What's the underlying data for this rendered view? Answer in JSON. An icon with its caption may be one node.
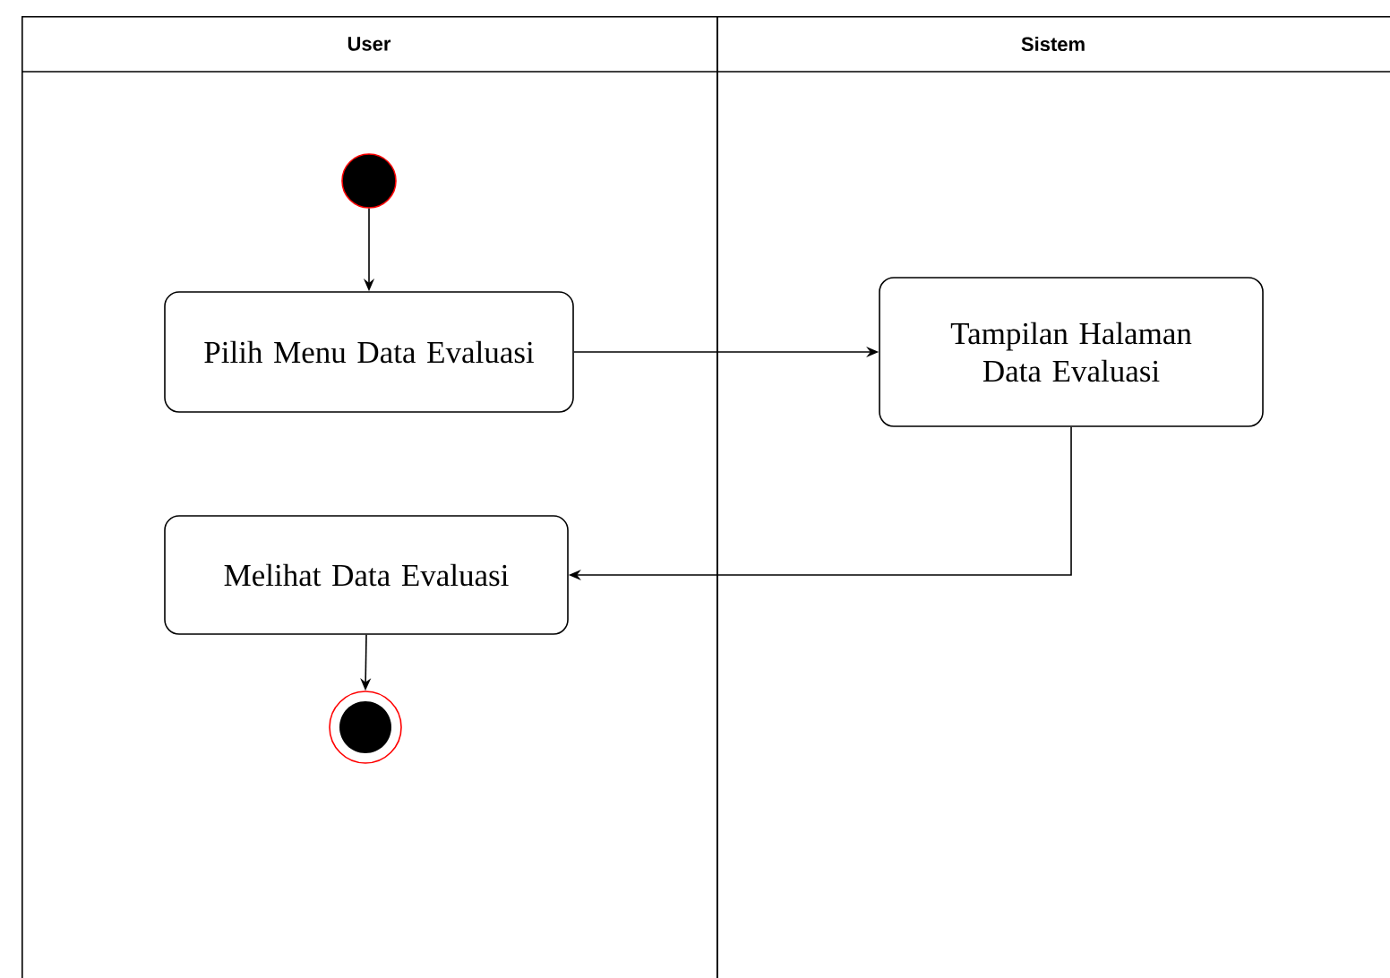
{
  "diagram": {
    "nodes": [
      {
        "text": [
          "User"
        ]
      },
      {
        "text": [
          "Sistem"
        ]
      },
      {
        "text": [],
        "shape": "circle",
        "in": 0
      },
      {
        "text": [
          "Pilih Menu Data Evaluasi"
        ],
        "in": 0
      },
      {
        "text": [
          "Tampilan Halaman Data Evaluasi"
        ],
        "in": 1
      },
      {
        "text": [
          "Melihat Data Evaluasi"
        ],
        "in": 0
      },
      {
        "text": [],
        "shape": "circle",
        "in": 0
      }
    ],
    "edges": [
      {
        "from": 2,
        "to": 3,
        "arrow": "to"
      },
      {
        "from": 3,
        "to": 4,
        "arrow": "to"
      },
      {
        "from": 4,
        "to": 5,
        "arrow": "to"
      },
      {
        "from": 5,
        "to": 6,
        "arrow": "to"
      }
    ]
  }
}
